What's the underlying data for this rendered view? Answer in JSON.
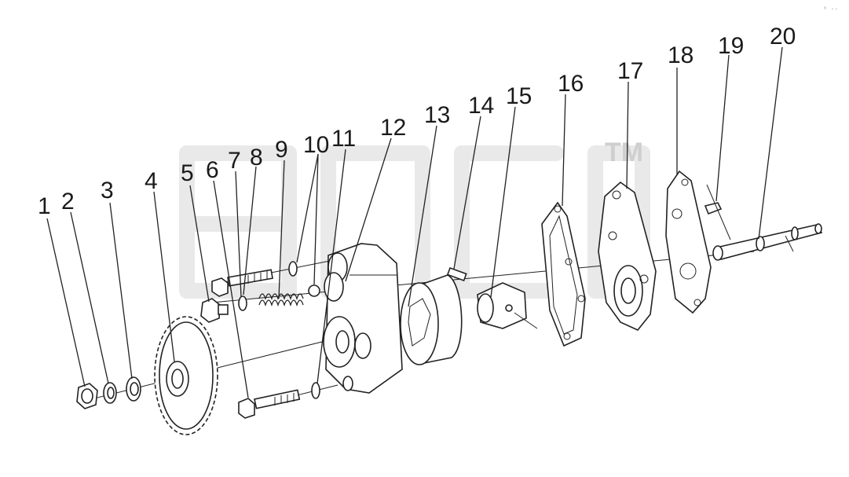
{
  "diagram": {
    "callouts": [
      "1",
      "2",
      "3",
      "4",
      "5",
      "6",
      "7",
      "8",
      "9",
      "10",
      "11",
      "12",
      "13",
      "14",
      "15",
      "16",
      "17",
      "18",
      "19",
      "20"
    ],
    "watermark_mark": "TM",
    "corner_mark": "⁰ ··"
  }
}
